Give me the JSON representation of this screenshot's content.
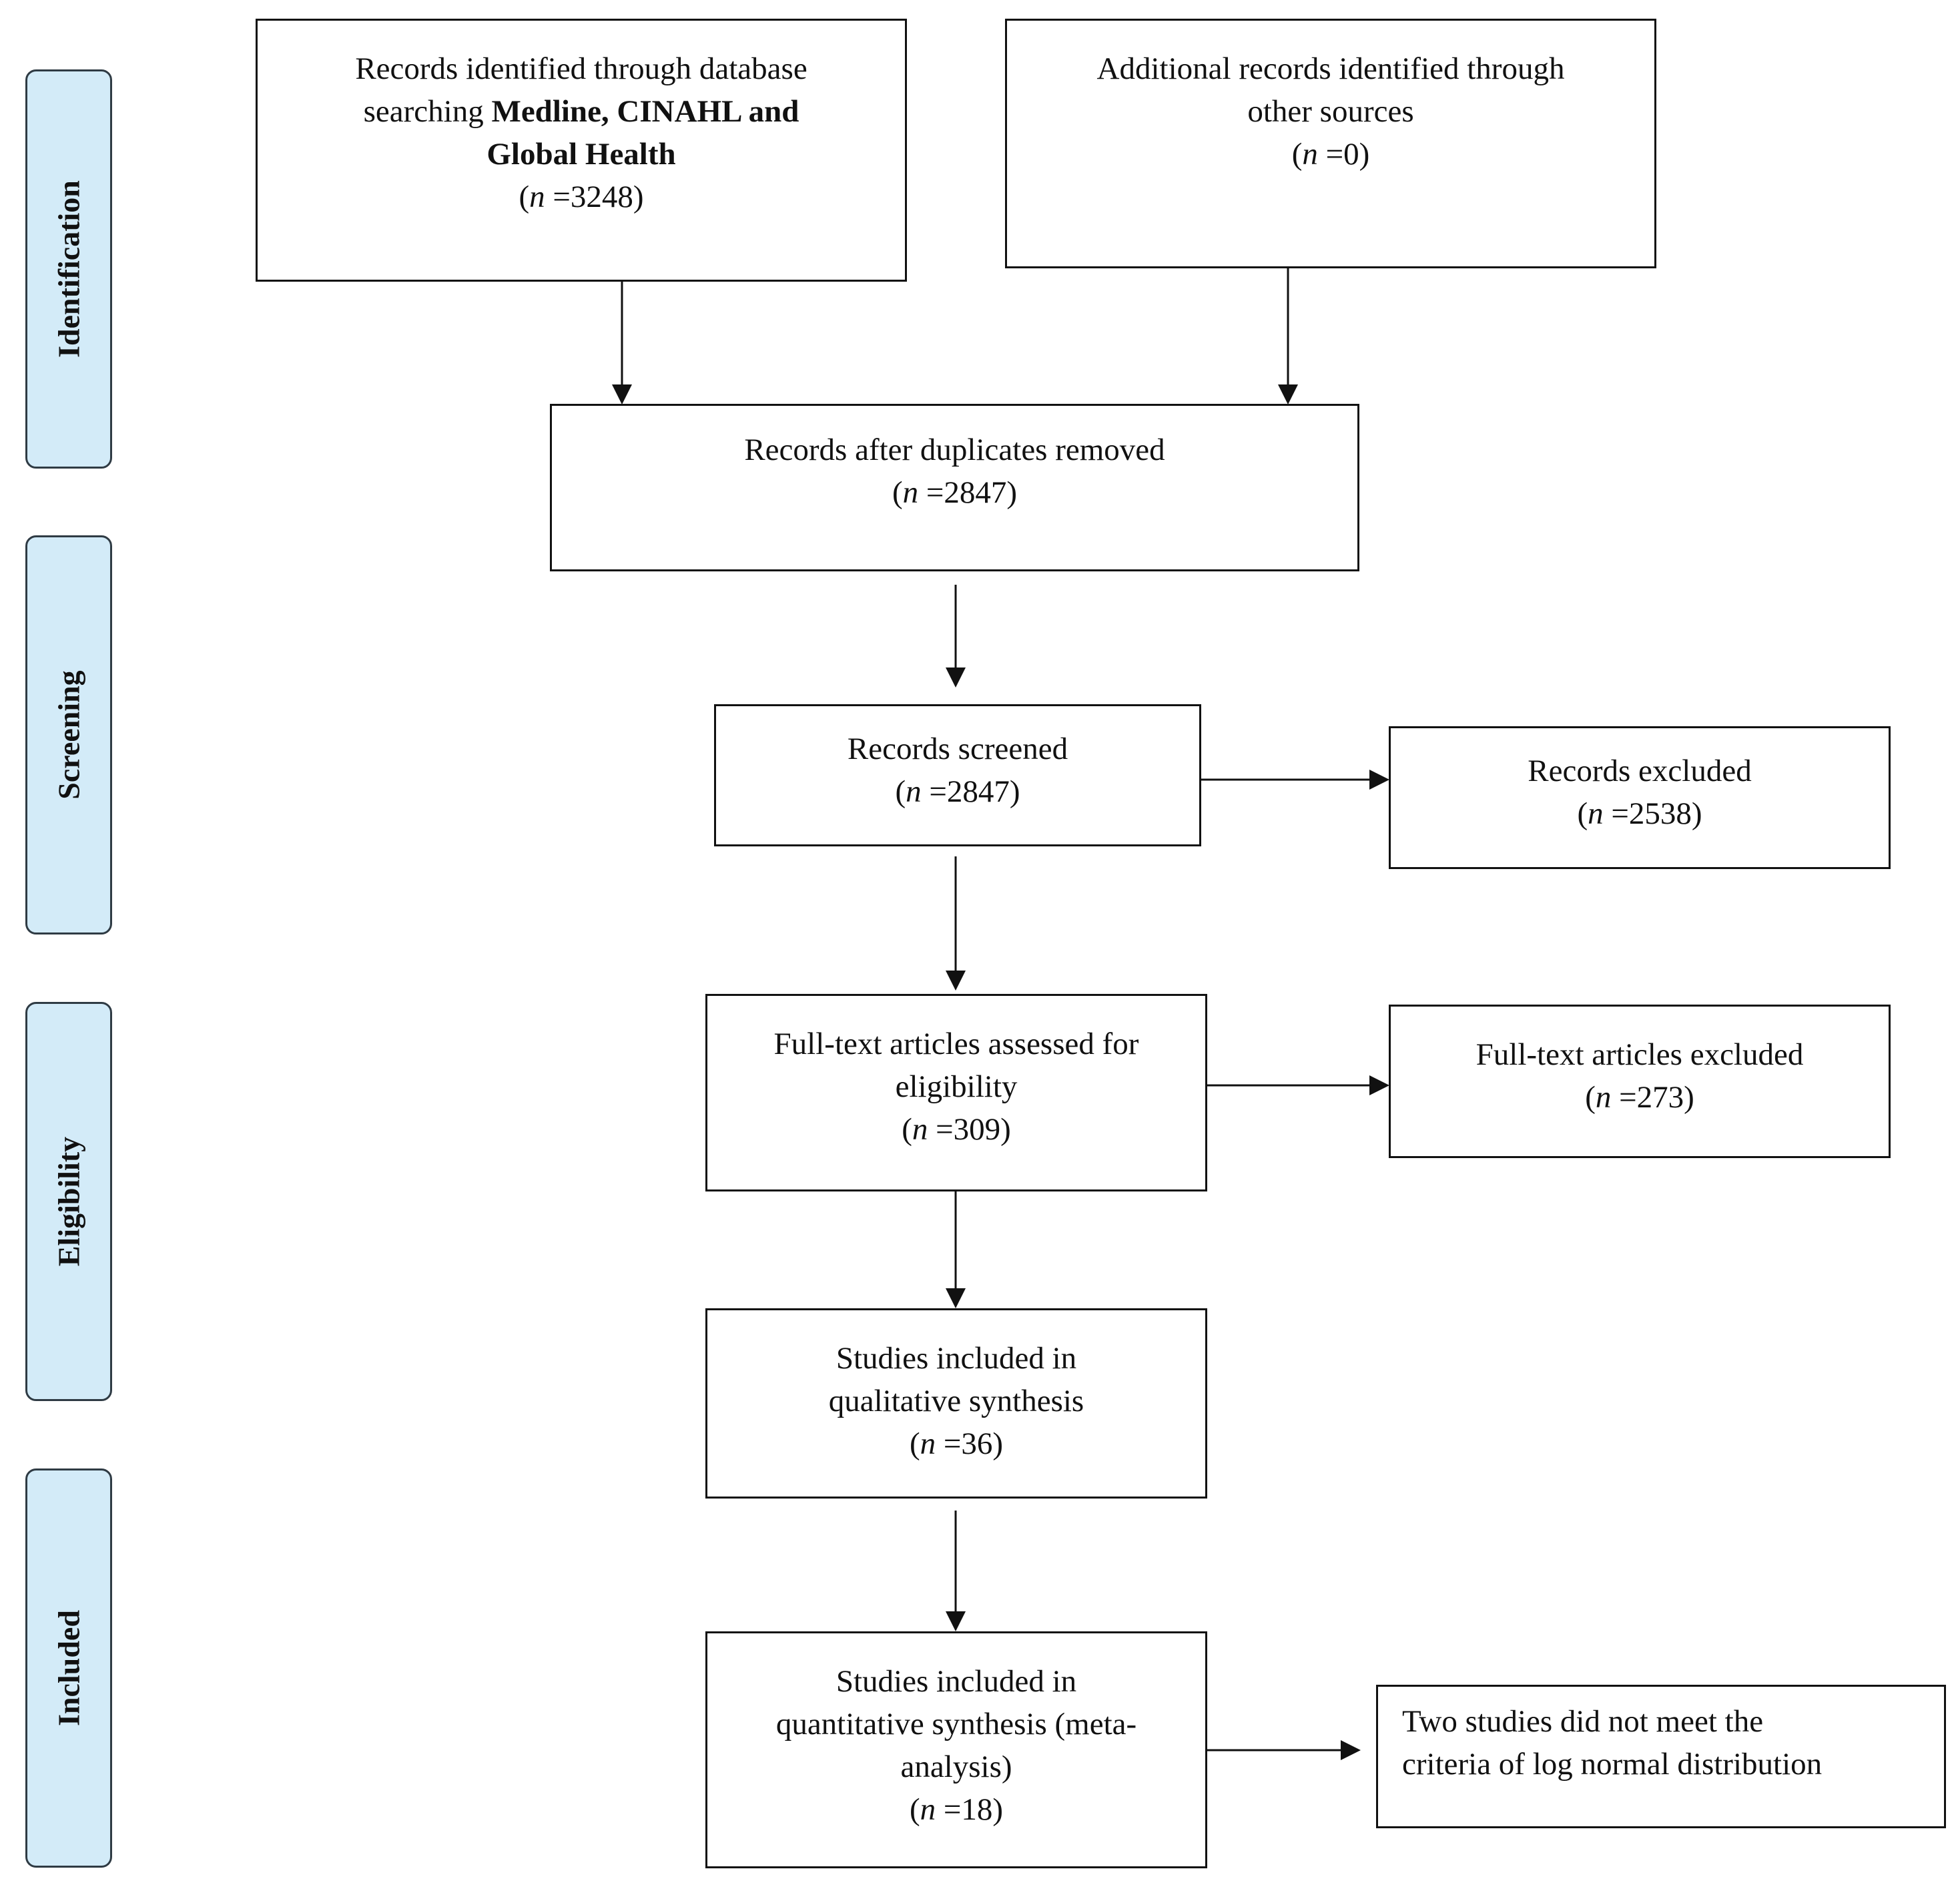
{
  "phases": {
    "identification": "Identification",
    "screening": "Screening",
    "eligibility": "Eligibility",
    "included": "Included"
  },
  "boxes": {
    "database": {
      "line1": "Records identified through database",
      "line2_prefix": "searching ",
      "line2_bold": "Medline, CINAHL and",
      "line3_bold": "Global Health",
      "n_label": "n",
      "n_value": "=3248"
    },
    "other_sources": {
      "line1": "Additional records identified through",
      "line2": "other sources",
      "n_label": "n",
      "n_value": "=0"
    },
    "after_duplicates": {
      "line1": "Records after duplicates removed",
      "n_label": "n",
      "n_value": "=2847"
    },
    "screened": {
      "line1": "Records screened",
      "n_label": "n",
      "n_value": "=2847"
    },
    "excluded": {
      "line1": "Records excluded",
      "n_label": "n",
      "n_value": "=2538"
    },
    "fulltext_assessed": {
      "line1": "Full-text articles assessed for",
      "line2": "eligibility",
      "n_label": "n",
      "n_value": "=309"
    },
    "fulltext_excluded": {
      "line1": "Full-text articles excluded",
      "n_label": "n",
      "n_value": "=273"
    },
    "qualitative": {
      "line1": "Studies included in",
      "line2": "qualitative synthesis",
      "n_label": "n",
      "n_value": "=36"
    },
    "quantitative": {
      "line1": "Studies included in",
      "line2": "quantitative synthesis (meta-",
      "line3": "analysis)",
      "n_label": "n",
      "n_value": "=18"
    },
    "note": {
      "line1": "Two studies did not meet the",
      "line2": "criteria of log normal distribution"
    }
  },
  "colors": {
    "phase_fill": "#d3ebf8",
    "phase_border": "#2f3b44",
    "box_border": "#111111"
  }
}
